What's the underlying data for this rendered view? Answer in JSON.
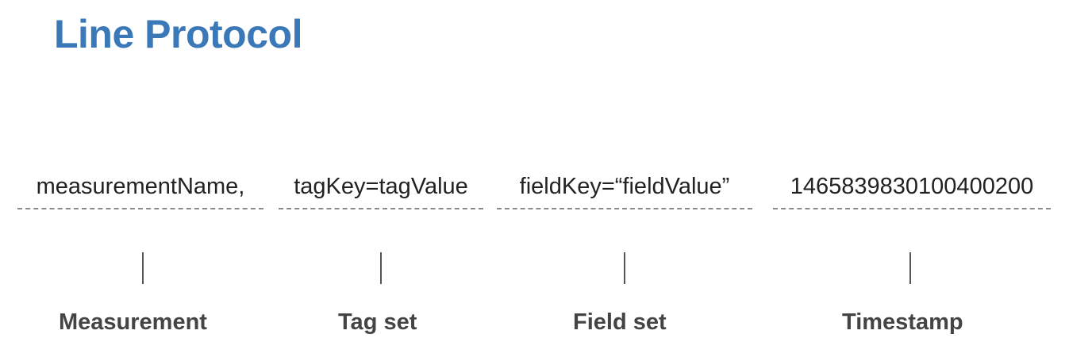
{
  "title": "Line Protocol",
  "parts": [
    {
      "code": "measurementName,",
      "label": "Measurement"
    },
    {
      "code": "tagKey=tagValue",
      "label": "Tag set"
    },
    {
      "code": "fieldKey=“fieldValue”",
      "label": "Field set"
    },
    {
      "code": "1465839830100400200",
      "label": "Timestamp"
    }
  ]
}
